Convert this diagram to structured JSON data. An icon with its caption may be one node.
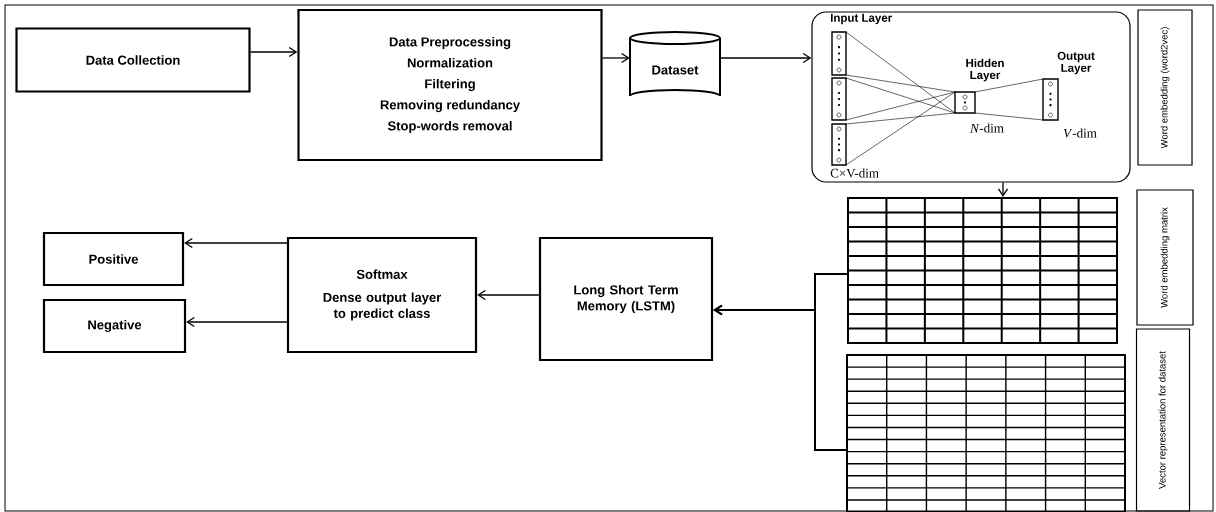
{
  "diagram": {
    "nodes": [
      {
        "text": [
          "Data Collection"
        ]
      },
      {
        "text": [
          "Data Preprocessing",
          "Normalization",
          "Filtering",
          "Removing redundancy",
          "Stop-words removal"
        ]
      },
      {
        "text": [
          "Dataset"
        ]
      },
      {
        "text": [
          "Input Layer",
          "Hidden Layer",
          "Output Layer",
          "*N*-dim",
          "*V*-dim",
          "C×V-dim"
        ]
      },
      {
        "text": [],
        "shape": "grid"
      },
      {
        "text": [],
        "shape": "grid"
      },
      {
        "text": [
          "Long Short Term Memory (LSTM)"
        ]
      },
      {
        "text": [
          "Softmax",
          "Dense output layer to predict class"
        ]
      },
      {
        "text": [
          "Positive"
        ]
      },
      {
        "text": [
          "Negative"
        ]
      },
      {
        "text": [
          "Word embedding (word2vec)"
        ]
      },
      {
        "text": [
          "Word embedding matrix"
        ]
      },
      {
        "text": [
          "Vector representation for dataset"
        ]
      }
    ],
    "edges": [
      {
        "from": 0,
        "to": 1,
        "arrow": "to"
      },
      {
        "from": 1,
        "to": 2,
        "arrow": "to"
      },
      {
        "from": 2,
        "to": 3,
        "arrow": "to"
      },
      {
        "from": 3,
        "to": 4,
        "arrow": "to"
      },
      {
        "from": 4,
        "to": 6,
        "arrow": "to"
      },
      {
        "from": 5,
        "to": 6,
        "arrow": "to"
      },
      {
        "from": 6,
        "to": 7,
        "arrow": "to"
      },
      {
        "from": 7,
        "to": 8,
        "arrow": "to"
      },
      {
        "from": 7,
        "to": 9,
        "arrow": "to"
      }
    ]
  }
}
